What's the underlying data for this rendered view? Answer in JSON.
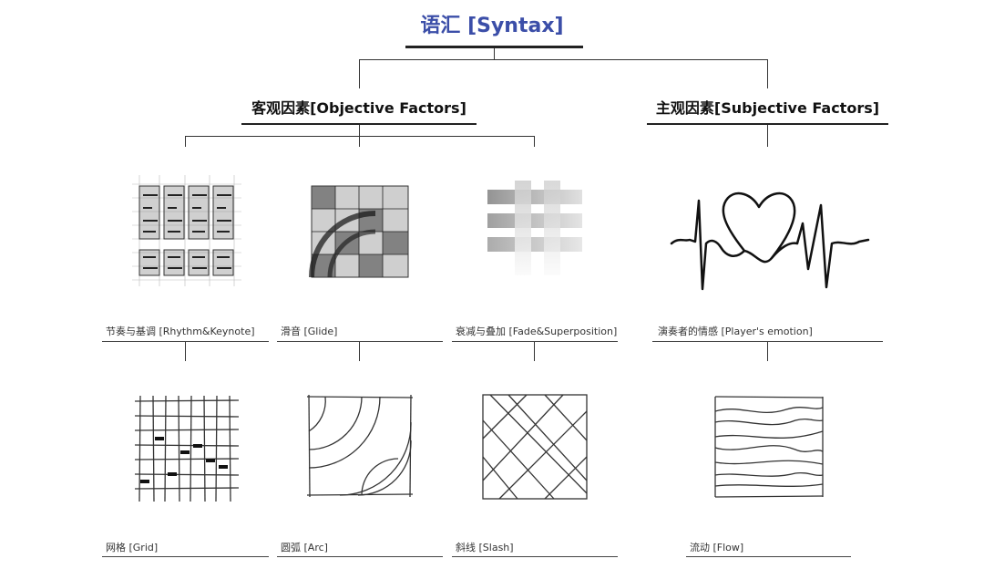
{
  "title": "语汇 [Syntax]",
  "categories": {
    "objective": "客观因素[Objective Factors]",
    "subjective": "主观因素[Subjective Factors]"
  },
  "labels": {
    "rhythm": "节奏与基调 [Rhythm&Keynote]",
    "glide": "滑音 [Glide]",
    "fade": "衰减与叠加 [Fade&Superposition]",
    "emotion": "演奏者的情感 [Player's emotion]",
    "grid": "网格 [Grid]",
    "arc": "圆弧 [Arc]",
    "slash": "斜线 [Slash]",
    "flow": "流动 [Flow]"
  },
  "icons": {
    "rhythm": "rhythm-sketch-icon",
    "glide": "glide-sketch-icon",
    "fade": "fade-bars-icon",
    "emotion": "heartbeat-icon",
    "grid": "grid-sketch-icon",
    "arc": "arc-sketch-icon",
    "slash": "slash-sketch-icon",
    "flow": "flow-sketch-icon"
  },
  "colors": {
    "title": "#3b4ea8",
    "ink": "#222222"
  }
}
